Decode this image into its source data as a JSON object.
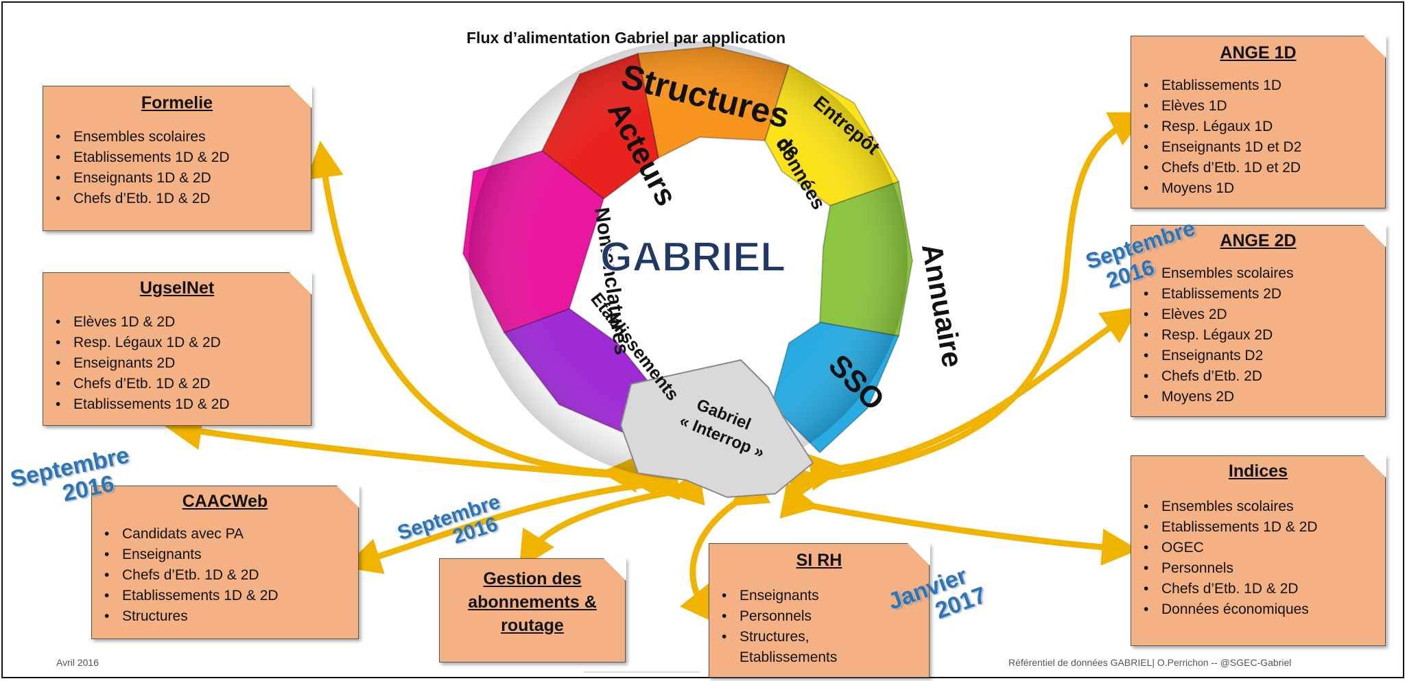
{
  "title": "Flux d’alimentation Gabriel par application",
  "wheel": {
    "center": "GABRIEL",
    "pieces": [
      "Structures",
      "Entrepôt de données",
      "Annuaire",
      "SSO",
      "Etablissements",
      "Nomenclatures",
      "Acteurs"
    ],
    "interop": [
      "Gabriel",
      "« Interrop »"
    ]
  },
  "boxes": {
    "formelie": {
      "title": "Formelie",
      "items": [
        "Ensembles scolaires",
        "Etablissements 1D & 2D",
        "Enseignants  1D & 2D",
        "Chefs d’Etb. 1D & 2D"
      ]
    },
    "ugselnet": {
      "title": "UgselNet",
      "items": [
        "Elèves 1D & 2D",
        "Resp. Légaux 1D & 2D",
        "Enseignants  2D",
        "Chefs d’Etb. 1D & 2D",
        "Etablissements 1D & 2D"
      ]
    },
    "caacweb": {
      "title": "CAACWeb",
      "items": [
        "Candidats avec PA",
        "Enseignants",
        "Chefs d’Etb. 1D & 2D",
        "Etablissements 1D & 2D",
        "Structures"
      ]
    },
    "gestion": {
      "title": "Gestion des abonnements & routage"
    },
    "sirh": {
      "title": "SI RH",
      "items": [
        "Enseignants",
        "Personnels",
        "Structures, Etablissements"
      ]
    },
    "ange1d": {
      "title": "ANGE 1D",
      "items": [
        "Etablissements 1D",
        "Elèves 1D",
        "Resp. Légaux  1D",
        "Enseignants  1D et D2",
        "Chefs d’Etb. 1D et 2D",
        "Moyens  1D"
      ]
    },
    "ange2d": {
      "title": "ANGE 2D",
      "items": [
        "Ensembles scolaires",
        "Etablissements 2D",
        "Elèves 2D",
        "Resp. Légaux  2D",
        "Enseignants  D2",
        "Chefs d’Etb. 2D",
        "Moyens  2D"
      ]
    },
    "indices": {
      "title": "Indices",
      "items": [
        "Ensembles scolaires",
        "Etablissements 1D & 2D",
        "OGEC",
        "Personnels",
        "Chefs d’Etb. 1D & 2D",
        "Données économiques"
      ]
    }
  },
  "dates": {
    "sept_caac": [
      "Septembre",
      "2016"
    ],
    "sept_gestion": [
      "Septembre",
      "2016"
    ],
    "sept_ange2d": [
      "Septembre",
      "2016"
    ],
    "janvier": [
      "Janvier",
      "2017"
    ]
  },
  "footer": {
    "left": "Avril 2016",
    "right": "Référentiel de données GABRIEL|  O.Perrichon -- @SGEC-Gabriel"
  },
  "colors": {
    "box_fill": "#f4b183",
    "arrow": "#f0b400",
    "date_text": "#2e74b5",
    "gabriel_text": "#1f3864"
  }
}
